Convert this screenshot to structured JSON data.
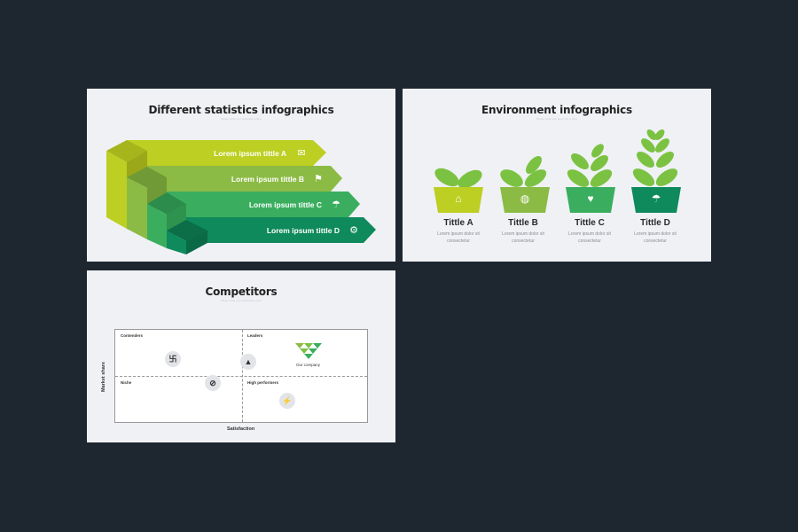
{
  "slides": [
    {
      "title": "Different statistics infographics",
      "subtitle": "Please write your great title is here",
      "items": [
        {
          "label": "Lorem ipsum tittle A",
          "icon": "envelope-icon",
          "color": "#bccf22"
        },
        {
          "label": "Lorem ipsum tittle B",
          "icon": "flag-icon",
          "color": "#8cbb45"
        },
        {
          "label": "Lorem ipsum tittle C",
          "icon": "umbrella-icon",
          "color": "#3aae5e"
        },
        {
          "label": "Lorem ipsum tittle D",
          "icon": "gear-icon",
          "color": "#0e8a5c"
        }
      ]
    },
    {
      "title": "Environment infographics",
      "subtitle": "Please write your great title is here",
      "items": [
        {
          "title": "Tittle A",
          "desc1": "Lorem ipsum dolor sit",
          "desc2": "consectetur",
          "icon": "home-icon",
          "color": "#bccf22"
        },
        {
          "title": "Tittle B",
          "desc1": "Lorem ipsum dolor sit",
          "desc2": "consectetur",
          "icon": "globe-icon",
          "color": "#8cbb45"
        },
        {
          "title": "Tittle C",
          "desc1": "Lorem ipsum dolor sit",
          "desc2": "consectetur",
          "icon": "heart-icon",
          "color": "#3aae5e"
        },
        {
          "title": "Tittle D",
          "desc1": "Lorem ipsum dolor sit",
          "desc2": "consectetur",
          "icon": "umbrella-icon",
          "color": "#0e8a5c"
        }
      ]
    },
    {
      "title": "Competitors",
      "subtitle": "Please write your great title is here",
      "quadrants": [
        "Contenders",
        "Leaders",
        "Niche",
        "High performers"
      ],
      "company": "Our company",
      "xlabel": "Satisfaction",
      "ylabel": "Market share"
    }
  ]
}
